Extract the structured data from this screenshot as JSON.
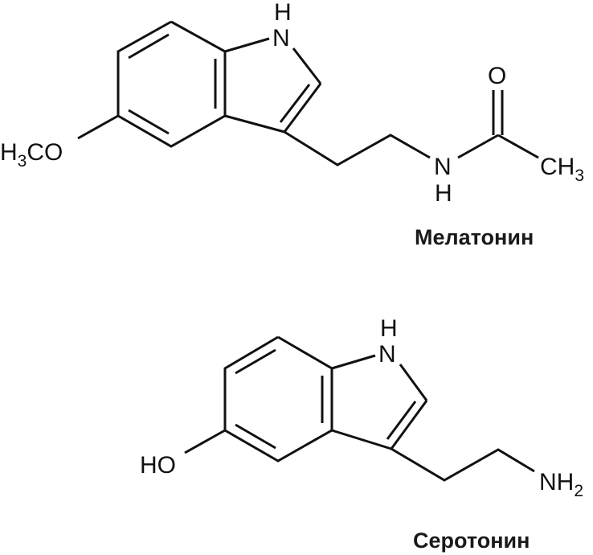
{
  "diagram": {
    "type": "chemical-structures",
    "colors": {
      "background": "#ffffff",
      "bonds": "#111111",
      "text": "#111111"
    },
    "molecules": [
      {
        "name": "Мелатонин",
        "labels": {
          "nh_ring_h": "H",
          "nh_ring_n": "N",
          "methoxy_main": "H",
          "methoxy_sub": "3",
          "methoxy_rest": "CO",
          "amide_n": "N",
          "amide_h": "H",
          "carbonyl_o": "O",
          "methyl_main": "CH",
          "methyl_sub": "3"
        }
      },
      {
        "name": "Серотонин",
        "labels": {
          "nh_ring_h": "H",
          "nh_ring_n": "N",
          "hydroxy": "HO",
          "amine_main": "NH",
          "amine_sub": "2"
        }
      }
    ]
  }
}
